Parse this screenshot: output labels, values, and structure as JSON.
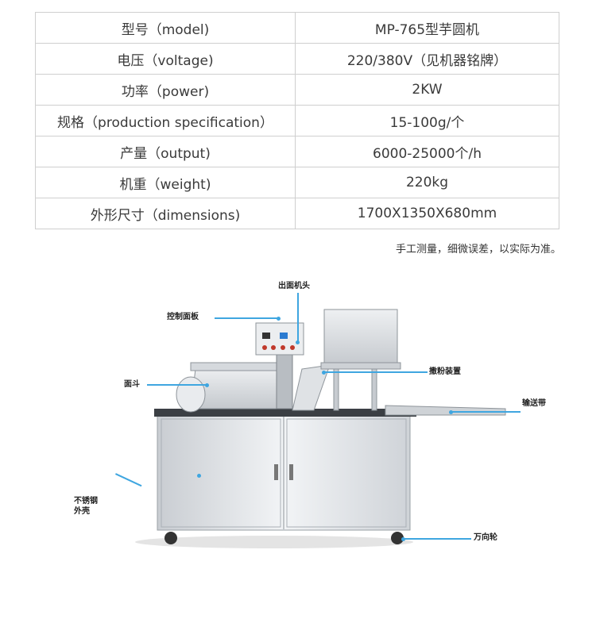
{
  "specs": [
    {
      "label": "型号（model)",
      "value": "MP-765型芋圆机"
    },
    {
      "label": "电压（voltage)",
      "value": "220/380V（见机器铭牌）"
    },
    {
      "label": "功率（power)",
      "value": "2KW"
    },
    {
      "label": "规格（production specification）",
      "value": "15-100g/个"
    },
    {
      "label": "产量（output)",
      "value": "6000-25000个/h"
    },
    {
      "label": "机重（weight)",
      "value": "220kg"
    },
    {
      "label": "外形尺寸（dimensions)",
      "value": "1700X1350X680mm"
    }
  ],
  "note": "手工测量，细微误差，以实际为准。",
  "machine": {
    "callouts": {
      "head": "出面机头",
      "panel": "控制面板",
      "hopper": "面斗",
      "duster": "撒粉装置",
      "conveyor": "输送带",
      "shell_line1": "不锈钢",
      "shell_line2": "外壳",
      "wheels": "万向轮"
    }
  },
  "colors": {
    "callout_line": "#3fa6e0",
    "table_border": "#cfcfcf"
  }
}
